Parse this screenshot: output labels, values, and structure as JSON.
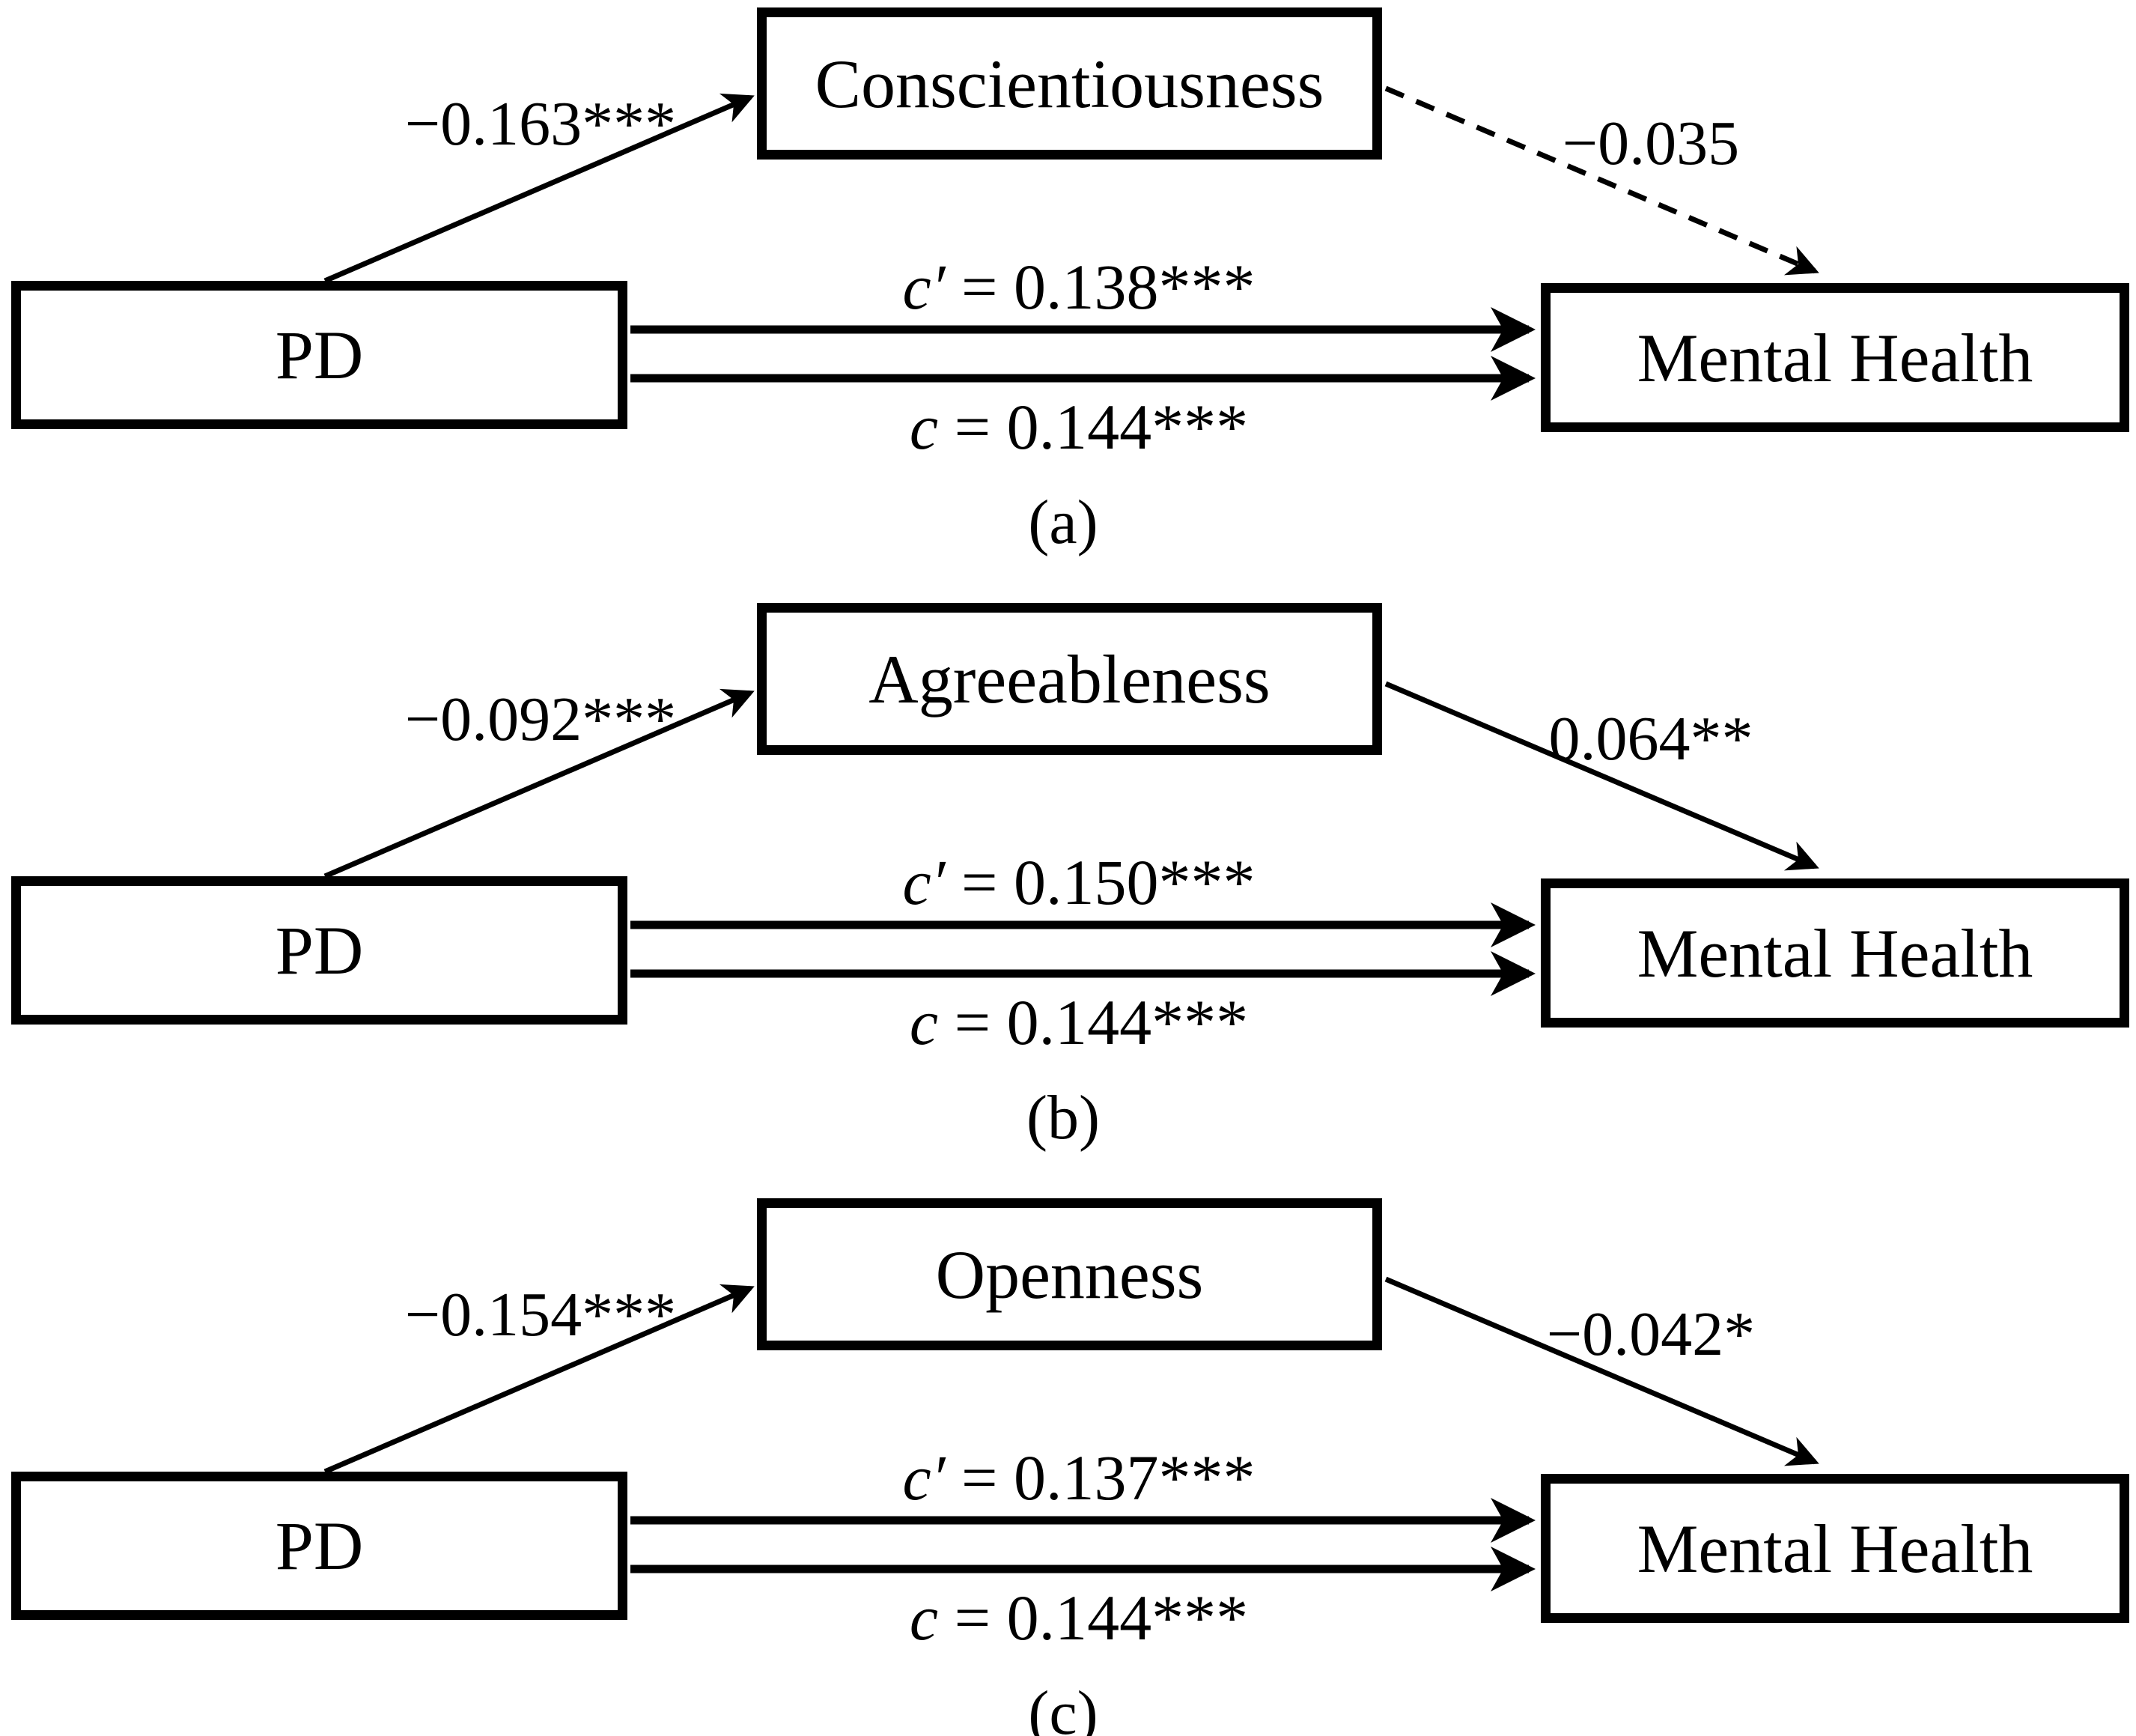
{
  "figure": {
    "description": "Three mediation path models of PD on Mental Health",
    "ink_color": "#000000",
    "background_color": "#ffffff",
    "panels": [
      {
        "caption": "(a)",
        "predictor": "PD",
        "mediator": "Conscientiousness",
        "outcome": "Mental Health",
        "path_a_label": "−0.163***",
        "path_b_label": "−0.035",
        "path_b_style": "dashed",
        "direct_effect": {
          "lhs": "c′",
          "rhs": "= 0.138***"
        },
        "total_effect": {
          "lhs": "c",
          "rhs": "= 0.144***"
        }
      },
      {
        "caption": "(b)",
        "predictor": "PD",
        "mediator": "Agreeableness",
        "outcome": "Mental Health",
        "path_a_label": "−0.092***",
        "path_b_label": "0.064**",
        "path_b_style": "solid",
        "direct_effect": {
          "lhs": "c′",
          "rhs": "= 0.150***"
        },
        "total_effect": {
          "lhs": "c",
          "rhs": "= 0.144***"
        }
      },
      {
        "caption": "(c)",
        "predictor": "PD",
        "mediator": "Openness",
        "outcome": "Mental Health",
        "path_a_label": "−0.154***",
        "path_b_label": "−0.042*",
        "path_b_style": "solid",
        "direct_effect": {
          "lhs": "c′",
          "rhs": "= 0.137***"
        },
        "total_effect": {
          "lhs": "c",
          "rhs": "= 0.144***"
        }
      }
    ]
  }
}
